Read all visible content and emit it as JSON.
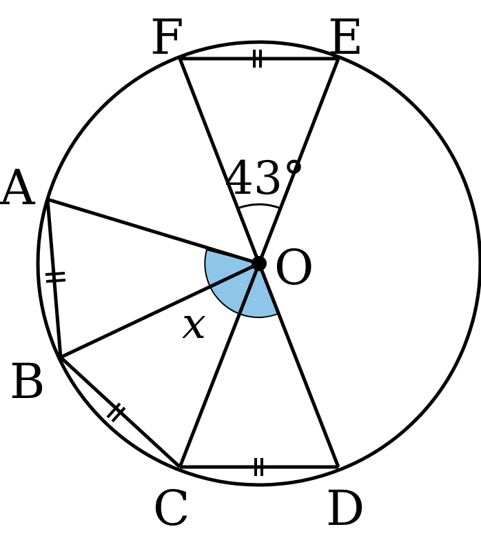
{
  "points": {
    "A": "A",
    "B": "B",
    "C": "C",
    "D": "D",
    "E": "E",
    "F": "F",
    "O": "O"
  },
  "angle_label": "43°",
  "unknown_label": "x",
  "colors": {
    "stroke": "#000000",
    "shaded_angle": "#8ec6ea"
  }
}
